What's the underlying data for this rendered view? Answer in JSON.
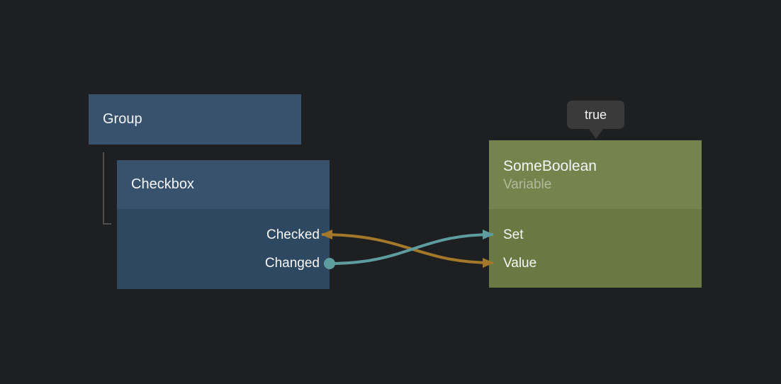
{
  "canvas": {
    "background": "#1e1f20"
  },
  "colors": {
    "blue_header": "#38526d",
    "blue_body": "#2e4862",
    "green_header": "#75834c",
    "green_body": "#6a7944",
    "signal_wire": "#5d9da0",
    "data_wire": "#a4782b",
    "hierarchy_line": "#4f4f4f",
    "tooltip_bg": "#3a3a3b"
  },
  "nodes": {
    "group": {
      "title": "Group"
    },
    "checkbox": {
      "title": "Checkbox",
      "ports": [
        {
          "label": "Checked"
        },
        {
          "label": "Changed"
        }
      ]
    },
    "variable": {
      "title": "SomeBoolean",
      "subtitle": "Variable",
      "ports": [
        {
          "label": "Set"
        },
        {
          "label": "Value"
        }
      ]
    }
  },
  "tooltip": {
    "text": "true"
  }
}
